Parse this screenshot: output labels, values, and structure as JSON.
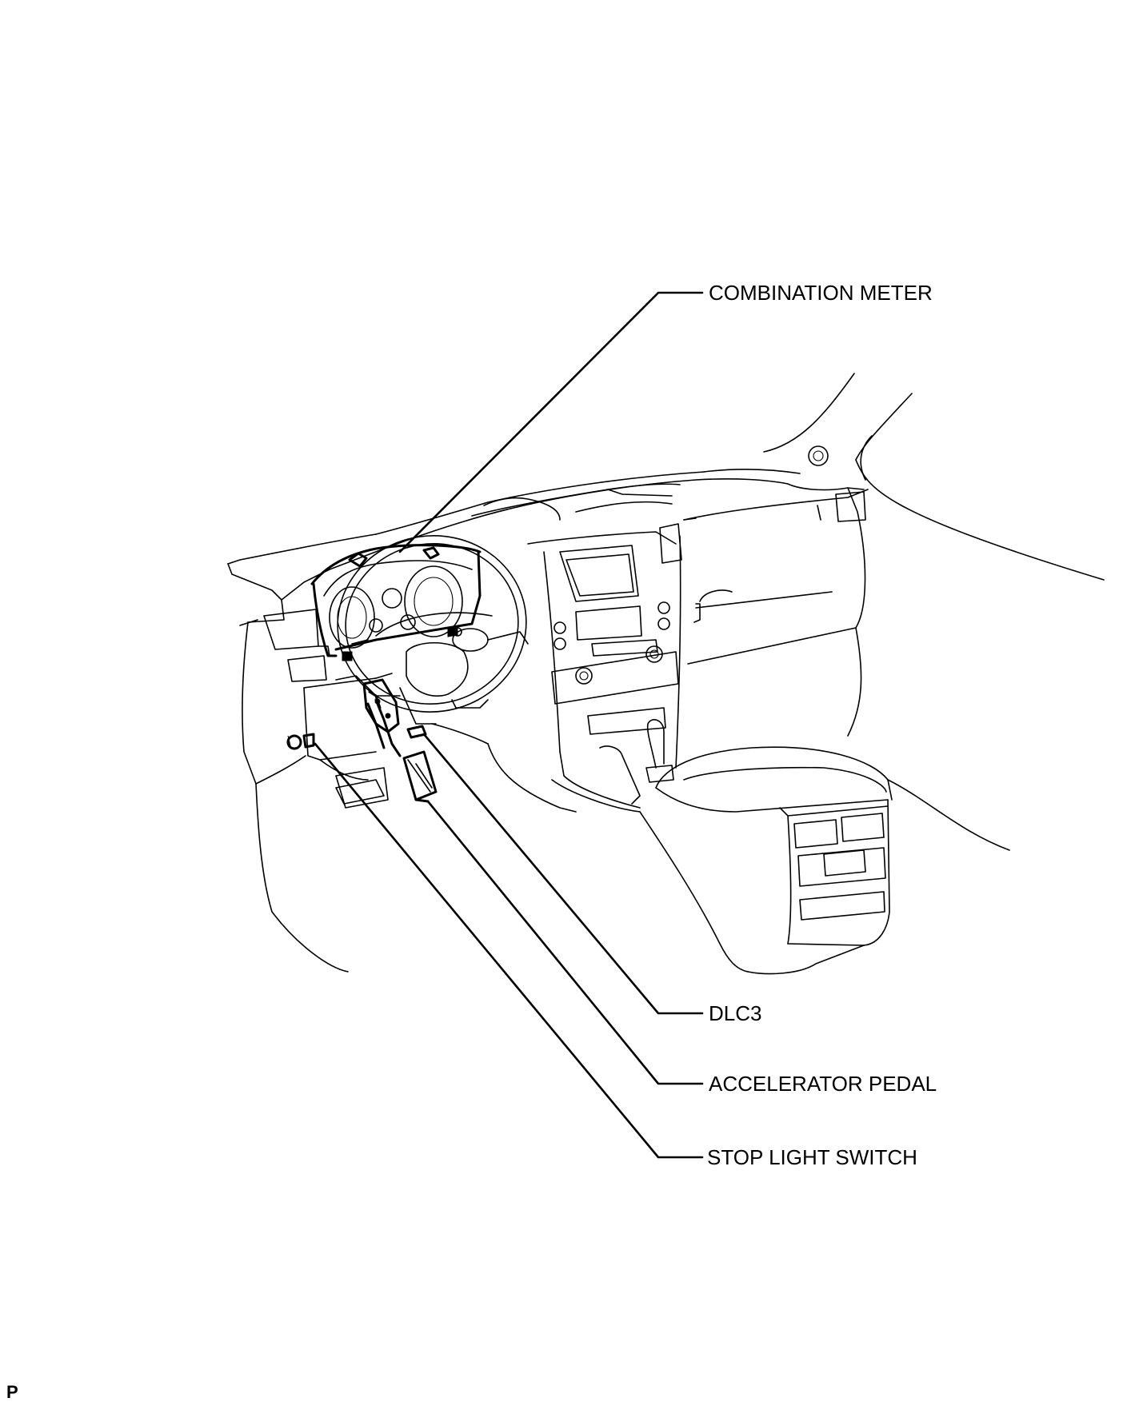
{
  "labels": {
    "combination_meter": "COMBINATION METER",
    "dlc3": "DLC3",
    "accelerator_pedal": "ACCELERATOR PEDAL",
    "stop_light_switch": "STOP LIGHT SWITCH"
  },
  "corner_mark": "P"
}
